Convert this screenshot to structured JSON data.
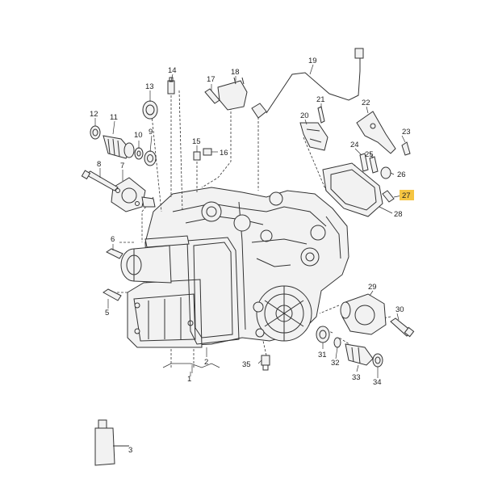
{
  "diagram": {
    "type": "exploded-parts-diagram",
    "highlight_color": "#f5c542",
    "callouts": [
      {
        "id": "c1",
        "label": "1"
      },
      {
        "id": "c2",
        "label": "2"
      },
      {
        "id": "c3",
        "label": "3"
      },
      {
        "id": "c5",
        "label": "5"
      },
      {
        "id": "c6",
        "label": "6"
      },
      {
        "id": "c7",
        "label": "7"
      },
      {
        "id": "c8",
        "label": "8"
      },
      {
        "id": "c9",
        "label": "9"
      },
      {
        "id": "c10",
        "label": "10"
      },
      {
        "id": "c11",
        "label": "11"
      },
      {
        "id": "c12",
        "label": "12"
      },
      {
        "id": "c13",
        "label": "13"
      },
      {
        "id": "c14",
        "label": "14"
      },
      {
        "id": "c15",
        "label": "15"
      },
      {
        "id": "c16",
        "label": "16"
      },
      {
        "id": "c17",
        "label": "17"
      },
      {
        "id": "c18",
        "label": "18"
      },
      {
        "id": "c19",
        "label": "19"
      },
      {
        "id": "c20",
        "label": "20"
      },
      {
        "id": "c21",
        "label": "21"
      },
      {
        "id": "c22",
        "label": "22"
      },
      {
        "id": "c23",
        "label": "23"
      },
      {
        "id": "c24",
        "label": "24"
      },
      {
        "id": "c25",
        "label": "25"
      },
      {
        "id": "c26",
        "label": "26"
      },
      {
        "id": "c27",
        "label": "27",
        "highlighted": true
      },
      {
        "id": "c28",
        "label": "28"
      },
      {
        "id": "c29",
        "label": "29"
      },
      {
        "id": "c30",
        "label": "30"
      },
      {
        "id": "c31",
        "label": "31"
      },
      {
        "id": "c32",
        "label": "32"
      },
      {
        "id": "c33",
        "label": "33"
      },
      {
        "id": "c34",
        "label": "34"
      },
      {
        "id": "c35",
        "label": "35"
      }
    ]
  }
}
